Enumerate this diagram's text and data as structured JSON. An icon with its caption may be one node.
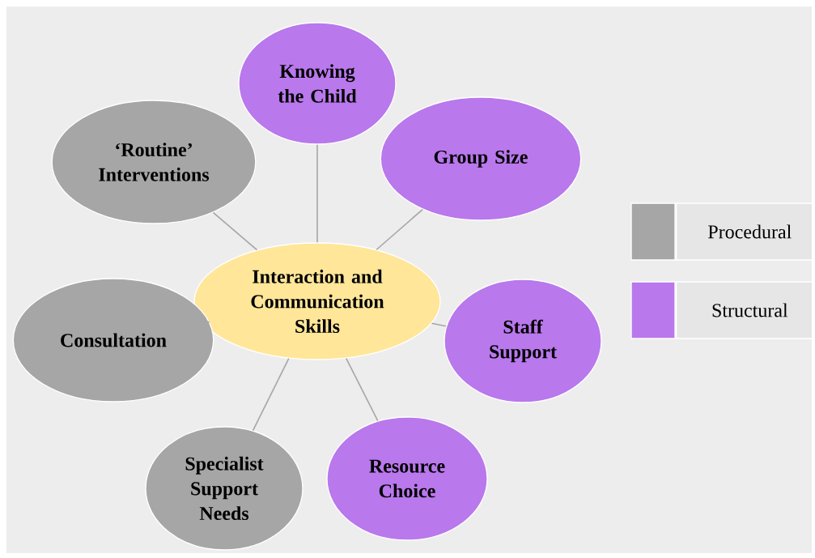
{
  "diagram": {
    "nodes": [
      {
        "text": [
          "Interaction and Communication Skills"
        ]
      },
      {
        "text": [
          "Knowing the Child"
        ]
      },
      {
        "text": [
          "Group Size"
        ]
      },
      {
        "text": [
          "Staff Support"
        ]
      },
      {
        "text": [
          "Resource Choice"
        ]
      },
      {
        "text": [
          "Specialist Support Needs"
        ]
      },
      {
        "text": [
          "Consultation"
        ]
      },
      {
        "text": [
          "‘Routine’ Interventions"
        ]
      }
    ],
    "edges": [
      {
        "from": 0,
        "to": 1,
        "arrow": "none"
      },
      {
        "from": 0,
        "to": 2,
        "arrow": "none"
      },
      {
        "from": 0,
        "to": 3,
        "arrow": "none"
      },
      {
        "from": 0,
        "to": 4,
        "arrow": "none"
      },
      {
        "from": 0,
        "to": 5,
        "arrow": "none"
      },
      {
        "from": 0,
        "to": 6,
        "arrow": "none"
      },
      {
        "from": 0,
        "to": 7,
        "arrow": "none"
      }
    ],
    "legend": [
      {
        "text": "Procedural",
        "color": "#a6a6a6"
      },
      {
        "text": "Structural",
        "color": "#b978ec"
      }
    ]
  }
}
